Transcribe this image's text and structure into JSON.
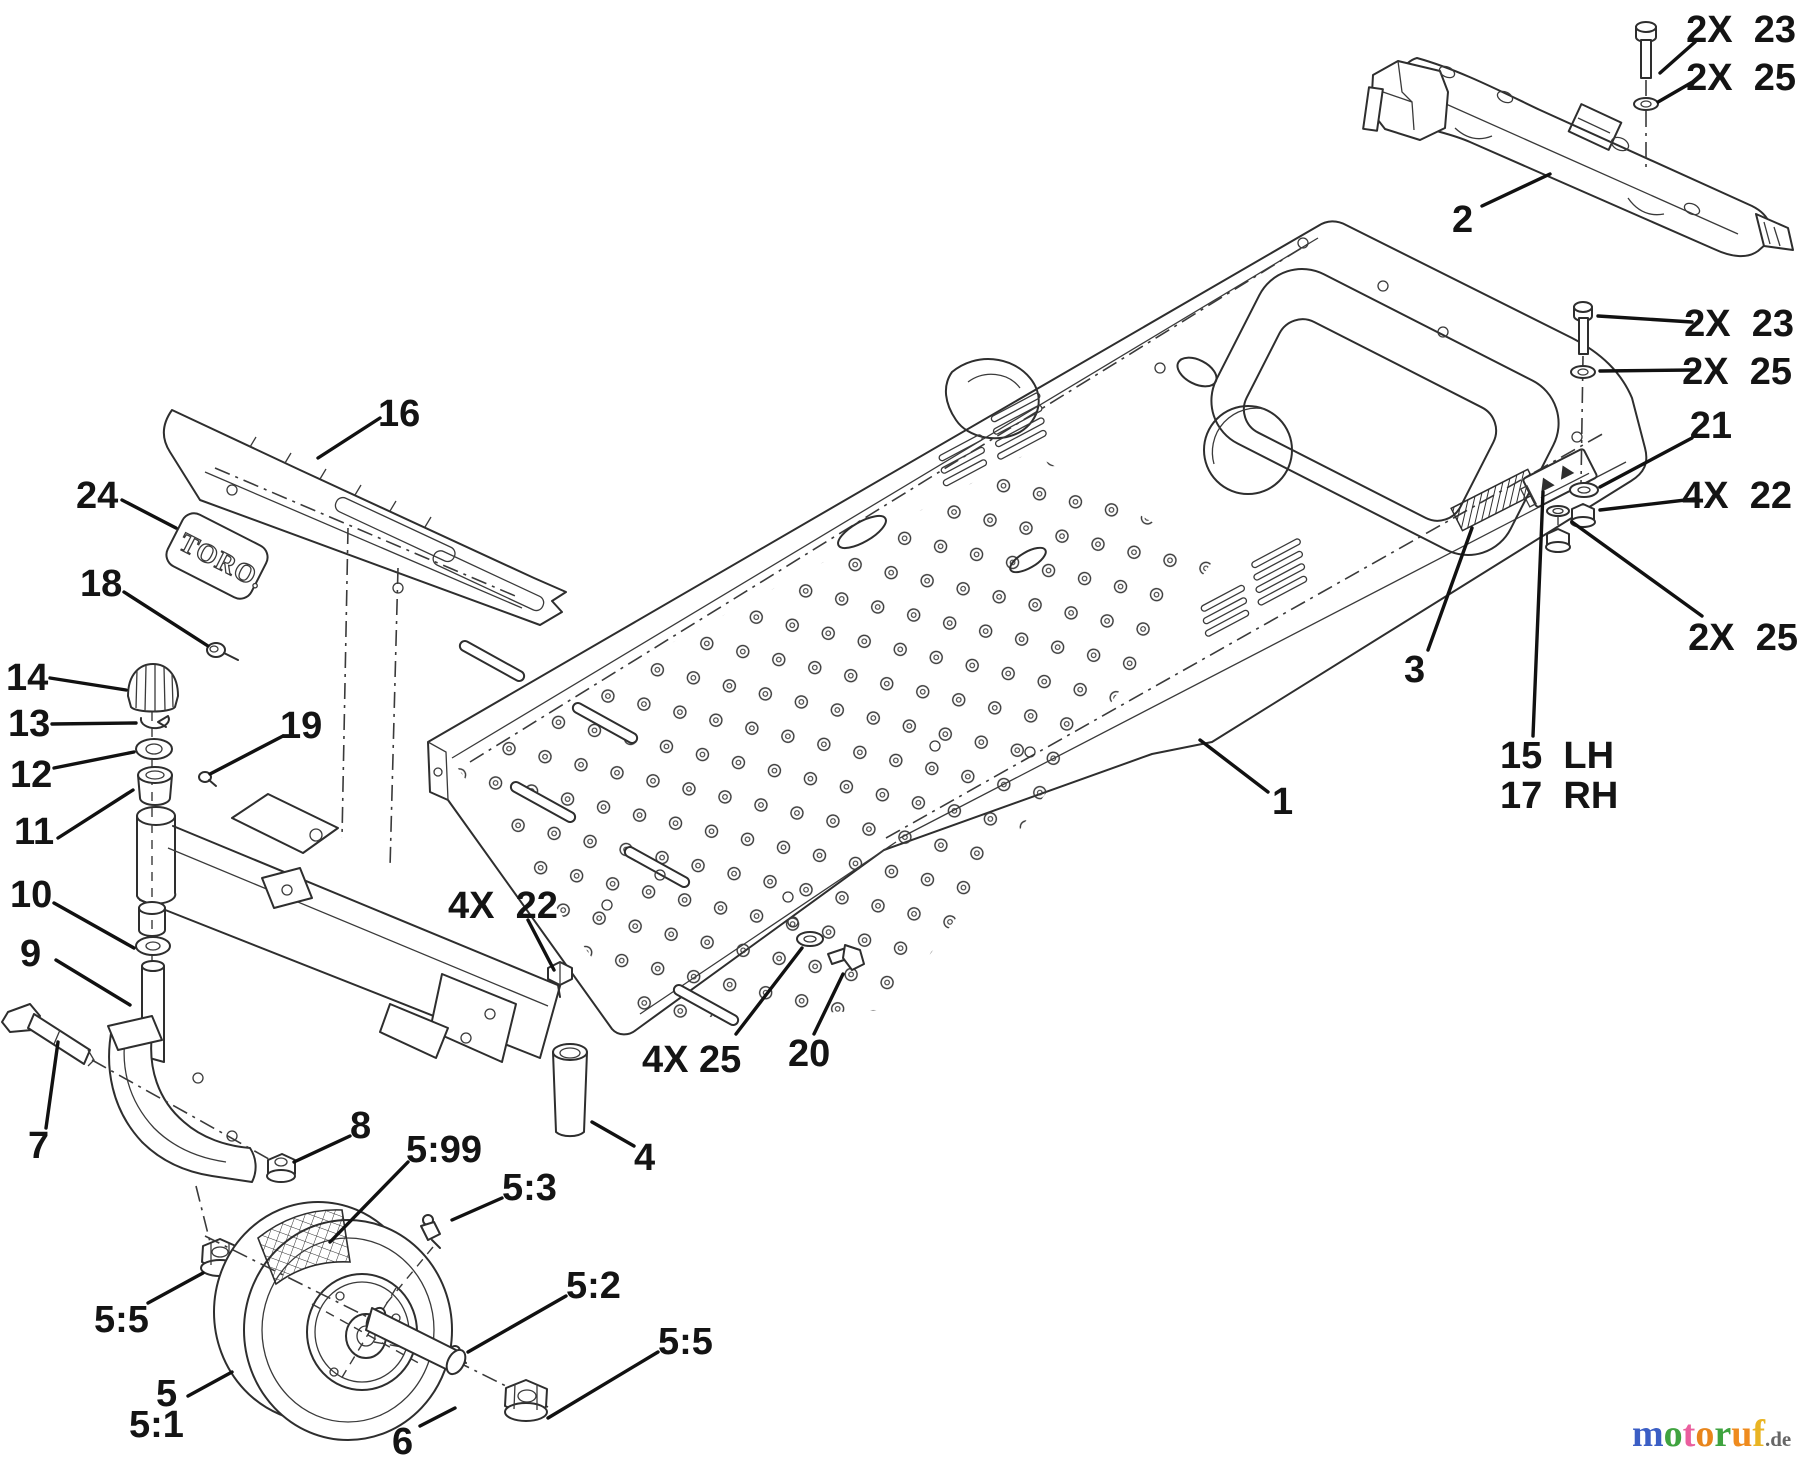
{
  "diagram_title": "frame exploded parts diagram",
  "callouts": {
    "n1": "1",
    "n2": "2",
    "n3": "3",
    "n4": "4",
    "n5": "5",
    "n5_1": "5:1",
    "n5_2": "5:2",
    "n5_3": "5:3",
    "n5_5a": "5:5",
    "n5_5b": "5:5",
    "n5_99": "5:99",
    "n6": "6",
    "n7": "7",
    "n8": "8",
    "n9": "9",
    "n10": "10",
    "n11": "11",
    "n12": "12",
    "n13": "13",
    "n14": "14",
    "n15": "15  LH",
    "n16": "16",
    "n17": "17  RH",
    "n18": "18",
    "n19": "19",
    "n20": "20",
    "n21": "21",
    "n24": "24",
    "q23_top": "2X  23",
    "q25_top": "2X  25",
    "q23_mid": "2X  23",
    "q25_mid": "2X  25",
    "q22_right": "4X  22",
    "q25_right": "2X  25",
    "q22_left": "4X  22",
    "q25_bottom": "4X 25"
  },
  "decals": {
    "toro": "TORO."
  },
  "watermark": {
    "word": "motoruf",
    "tld": ".de",
    "letters": [
      "m",
      "o",
      "t",
      "o",
      "r",
      "u",
      "f"
    ],
    "letter_colors": [
      "#3b5ec5",
      "#3fa33f",
      "#ea5f9e",
      "#e8851c",
      "#3fa33f",
      "#ef8b1e",
      "#e9b423"
    ]
  },
  "line_color": "#2e2e2e",
  "background_color": "#ffffff"
}
